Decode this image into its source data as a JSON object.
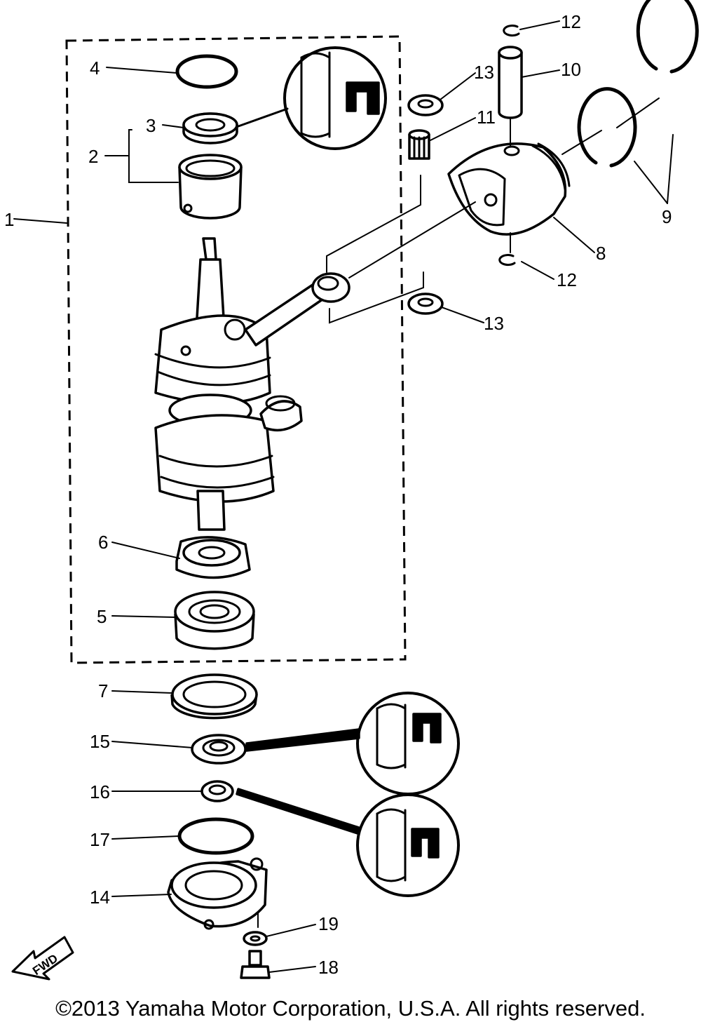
{
  "callouts": [
    "1",
    "2",
    "3",
    "4",
    "5",
    "6",
    "7",
    "8",
    "9",
    "10",
    "11",
    "12",
    "13",
    "14",
    "15",
    "16",
    "17",
    "18",
    "19"
  ],
  "fwd_label": "FWD",
  "copyright": "©2013 Yamaha Motor Corporation, U.S.A. All rights reserved."
}
